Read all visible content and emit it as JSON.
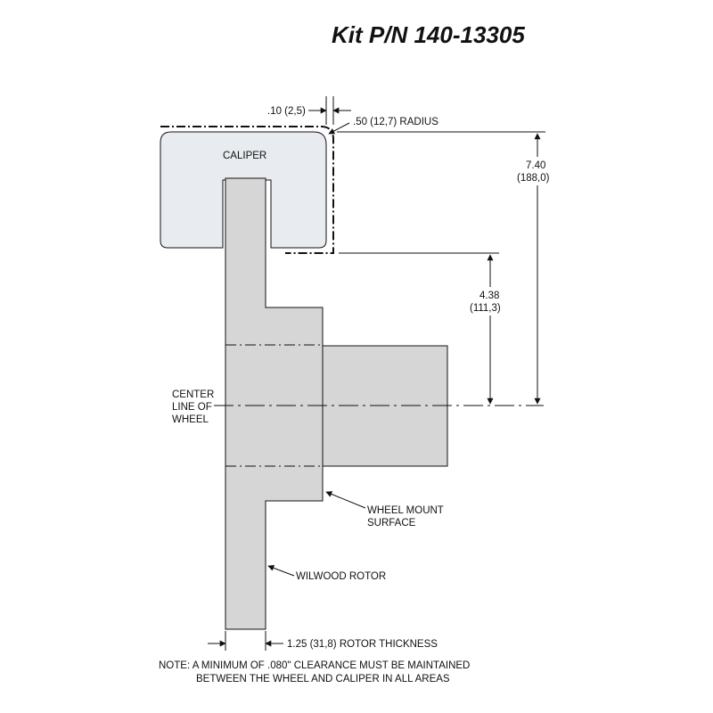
{
  "title": "Kit P/N 140-13305",
  "labels": {
    "caliper": "CALIPER",
    "clearance_top": ".10 (2,5)",
    "radius": ".50 (12,7) RADIUS",
    "dim_740_a": "7.40",
    "dim_740_b": "(188,0)",
    "dim_438_a": "4.38",
    "dim_438_b": "(111,3)",
    "center_line_1": "CENTER",
    "center_line_2": "LINE OF",
    "center_line_3": "WHEEL",
    "wheel_mount_1": "WHEEL MOUNT",
    "wheel_mount_2": "SURFACE",
    "wilwood_rotor": "WILWOOD ROTOR",
    "rotor_thickness": "1.25 (31,8) ROTOR THICKNESS"
  },
  "note": {
    "line1": "NOTE: A MINIMUM OF .080\" CLEARANCE MUST BE MAINTAINED",
    "line2": "BETWEEN THE WHEEL AND CALIPER IN ALL AREAS"
  },
  "colors": {
    "caliper_fill": "#e8ebef",
    "part_fill": "#d6d6d6",
    "line": "#111111"
  }
}
